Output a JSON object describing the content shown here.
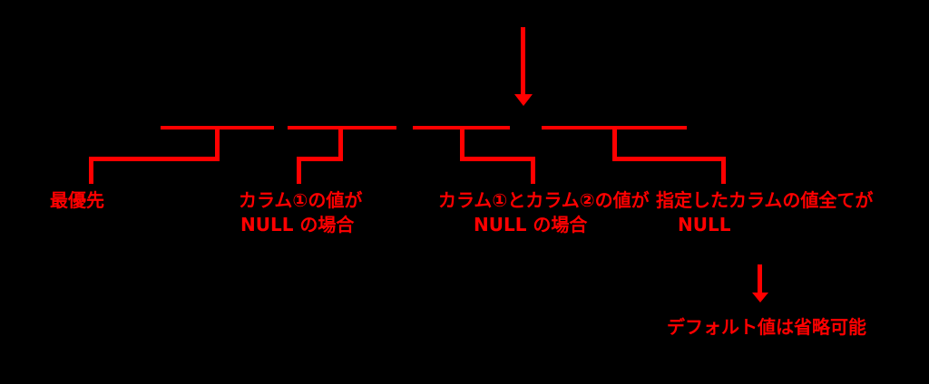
{
  "colors": {
    "annotation": "#ff0000",
    "background": "#000000"
  },
  "diagram": {
    "top_arrow": "down-arrow",
    "bottom_arrow": "down-arrow",
    "branch_labels": [
      {
        "line1": "最優先",
        "line2": ""
      },
      {
        "line1": "カラム①の値が",
        "line2": "NULL の場合"
      },
      {
        "line1": "カラム①とカラム②の値が",
        "line2": "NULL の場合"
      },
      {
        "line1": "指定したカラムの値全てが",
        "line2": "NULL"
      }
    ],
    "footnote": "デフォルト値は省略可能"
  }
}
